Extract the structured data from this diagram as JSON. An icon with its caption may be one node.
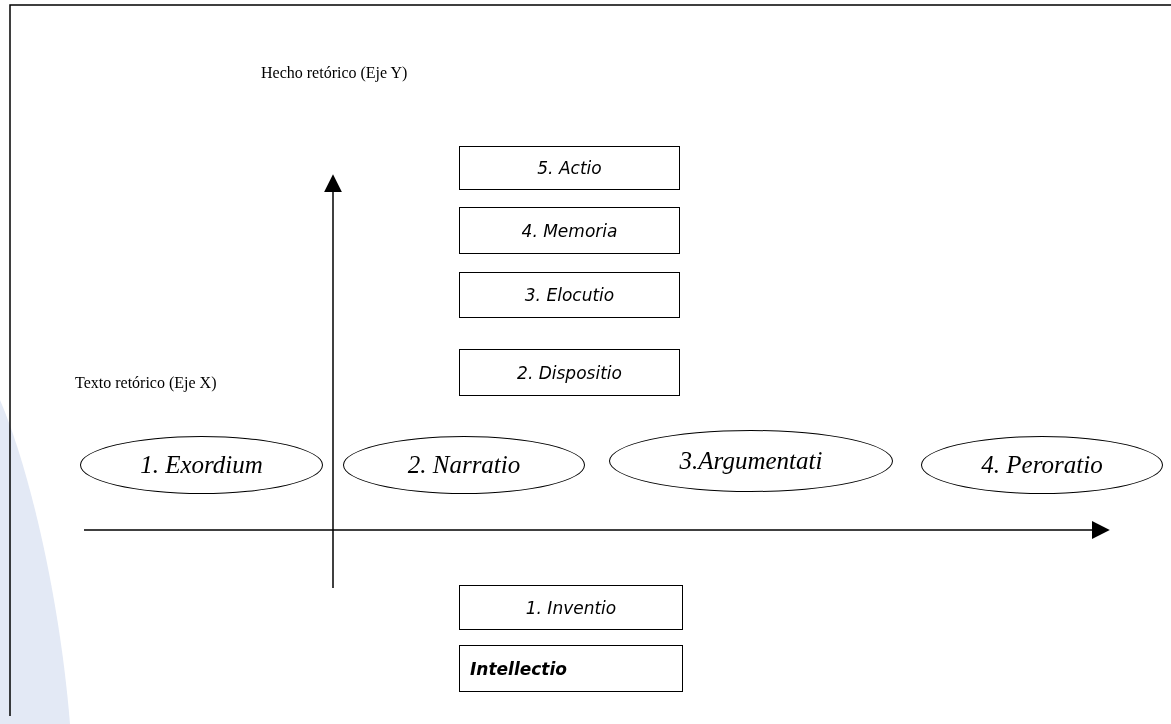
{
  "diagram": {
    "nodes": [
      {
        "text": [
          "5. Actio"
        ]
      },
      {
        "text": [
          "4. Memoria"
        ]
      },
      {
        "text": [
          "3. Elocutio"
        ]
      },
      {
        "text": [
          "2. Dispositio"
        ]
      },
      {
        "text": [
          "1. Exordium"
        ]
      },
      {
        "text": [
          "2. Narratio"
        ]
      },
      {
        "text": [
          "3.Argumentati"
        ]
      },
      {
        "text": [
          "4. Peroratio"
        ]
      },
      {
        "text": [
          "1. Inventio"
        ]
      },
      {
        "text": [
          "Intellectio"
        ]
      }
    ],
    "labels": [
      "Hecho retórico (Eje Y)",
      "Texto retórico (Eje X)"
    ]
  }
}
